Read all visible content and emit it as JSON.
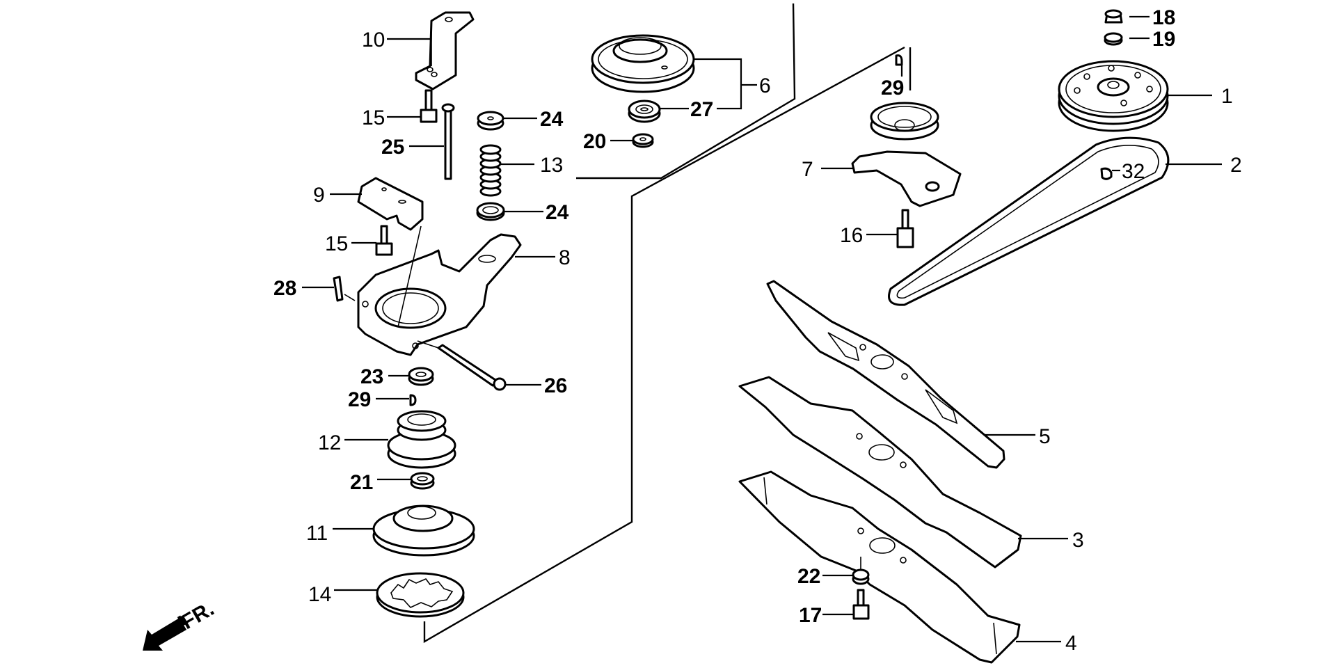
{
  "diagram": {
    "type": "exploded parts diagram",
    "direction_indicator": {
      "label": "FR.",
      "icon": "front-arrow-icon"
    },
    "callouts": [
      {
        "id": "c18",
        "number": "18",
        "part": "nut"
      },
      {
        "id": "c19",
        "number": "19",
        "part": "washer"
      },
      {
        "id": "c1",
        "number": "1",
        "part": "driven pulley"
      },
      {
        "id": "c2",
        "number": "2",
        "part": "v-belt"
      },
      {
        "id": "c32",
        "number": "32",
        "part": "key"
      },
      {
        "id": "c10",
        "number": "10",
        "part": "bracket"
      },
      {
        "id": "c15a",
        "number": "15",
        "part": "flange bolt"
      },
      {
        "id": "c25",
        "number": "25",
        "part": "rod"
      },
      {
        "id": "c24a",
        "number": "24",
        "part": "spring cap"
      },
      {
        "id": "c13",
        "number": "13",
        "part": "spring"
      },
      {
        "id": "c24b",
        "number": "24",
        "part": "spring seat"
      },
      {
        "id": "c6",
        "number": "6",
        "part": "pulley assembly"
      },
      {
        "id": "c27",
        "number": "27",
        "part": "bearing"
      },
      {
        "id": "c20",
        "number": "20",
        "part": "washer"
      },
      {
        "id": "c29a",
        "number": "29",
        "part": "key"
      },
      {
        "id": "c7",
        "number": "7",
        "part": "blade holder pulley"
      },
      {
        "id": "c16",
        "number": "16",
        "part": "flange bolt"
      },
      {
        "id": "c9",
        "number": "9",
        "part": "stay"
      },
      {
        "id": "c15b",
        "number": "15",
        "part": "flange bolt"
      },
      {
        "id": "c8",
        "number": "8",
        "part": "arm"
      },
      {
        "id": "c28",
        "number": "28",
        "part": "cotter pin"
      },
      {
        "id": "c23",
        "number": "23",
        "part": "washer"
      },
      {
        "id": "c29b",
        "number": "29",
        "part": "key"
      },
      {
        "id": "c26",
        "number": "26",
        "part": "pivot pin"
      },
      {
        "id": "c12",
        "number": "12",
        "part": "pulley"
      },
      {
        "id": "c21",
        "number": "21",
        "part": "collar"
      },
      {
        "id": "c11",
        "number": "11",
        "part": "brake disc"
      },
      {
        "id": "c14",
        "number": "14",
        "part": "lock washer"
      },
      {
        "id": "c5",
        "number": "5",
        "part": "upper blade"
      },
      {
        "id": "c3",
        "number": "3",
        "part": "blade"
      },
      {
        "id": "c4",
        "number": "4",
        "part": "lower blade"
      },
      {
        "id": "c22",
        "number": "22",
        "part": "washer"
      },
      {
        "id": "c17",
        "number": "17",
        "part": "blade bolt"
      }
    ]
  }
}
